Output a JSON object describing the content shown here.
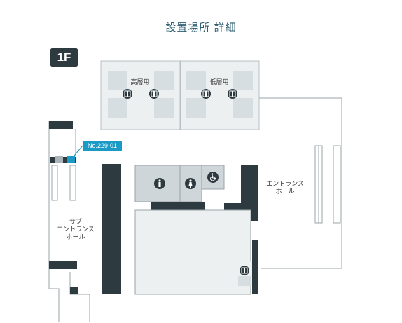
{
  "page": {
    "title": "設置場所 詳細"
  },
  "floor": {
    "label": "1F"
  },
  "map": {
    "labels": {
      "high_floor_elevators": "高層用",
      "low_floor_elevators": "低層用",
      "entrance_hall": "エントランス\nホール",
      "sub_entrance_hall": "サブ\nエントランス\nホール"
    },
    "marker": {
      "id": "No.229-01"
    },
    "icons": [
      "elevator-icon",
      "restroom-male-icon",
      "restroom-female-icon",
      "accessible-restroom-icon"
    ]
  },
  "colors": {
    "wall": "#2d3b41",
    "elevator_hall": "#ecf0f1",
    "elevator_car": "#d6dee2",
    "restroom": "#cfd6da",
    "marker": "#1a9ac4",
    "title": "#2f5f73"
  }
}
